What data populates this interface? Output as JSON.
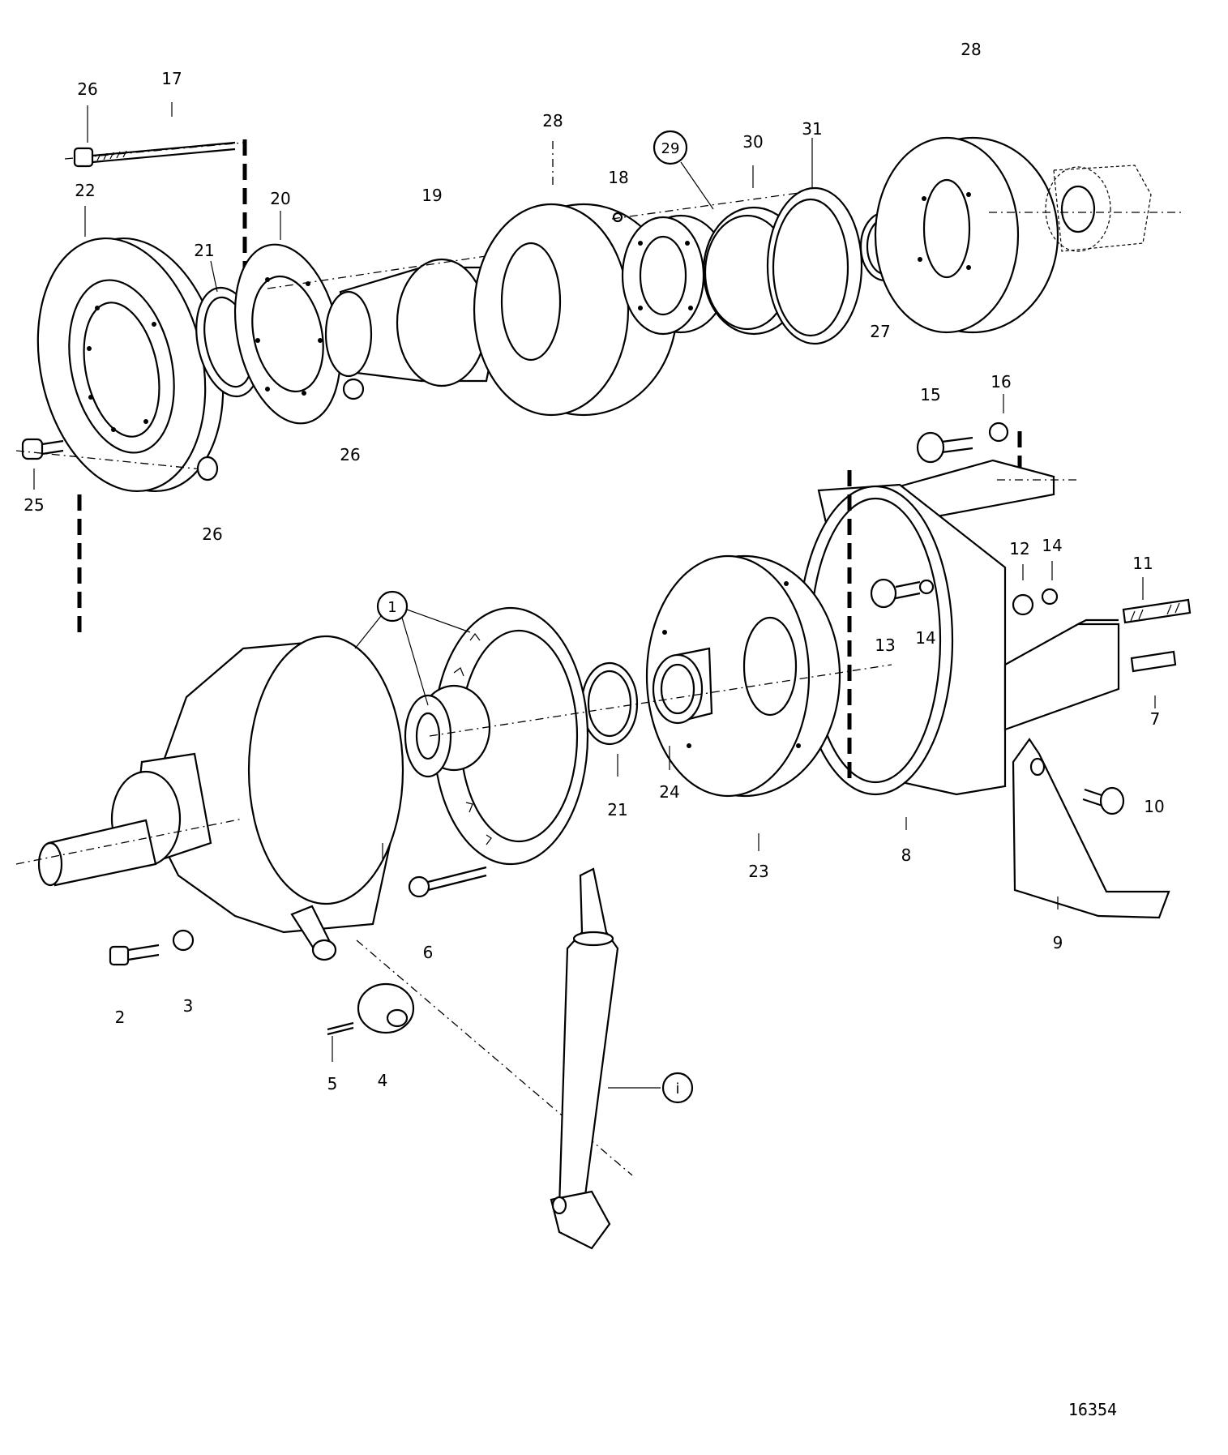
{
  "labels": {
    "p1_callout_a": "1",
    "p1_callout_b": "i",
    "p2": "2",
    "p3": "3",
    "p4": "4",
    "p5": "5",
    "p6": "6",
    "p7": "7",
    "p8": "8",
    "p9": "9",
    "p10": "10",
    "p11": "11",
    "p12": "12",
    "p13": "13",
    "p14_a": "14",
    "p14_b": "14",
    "p15": "15",
    "p16": "16",
    "p17": "17",
    "p18": "18",
    "p19": "19",
    "p20": "20",
    "p21_a": "21",
    "p21_b": "21",
    "p22": "22",
    "p23": "23",
    "p24": "24",
    "p25": "25",
    "p26_a": "26",
    "p26_b": "26",
    "p26_c": "26",
    "p27": "27",
    "p28_a": "28",
    "p28_b": "28",
    "p29": "29",
    "p30": "30",
    "p31": "31",
    "figure_code": "16354"
  }
}
